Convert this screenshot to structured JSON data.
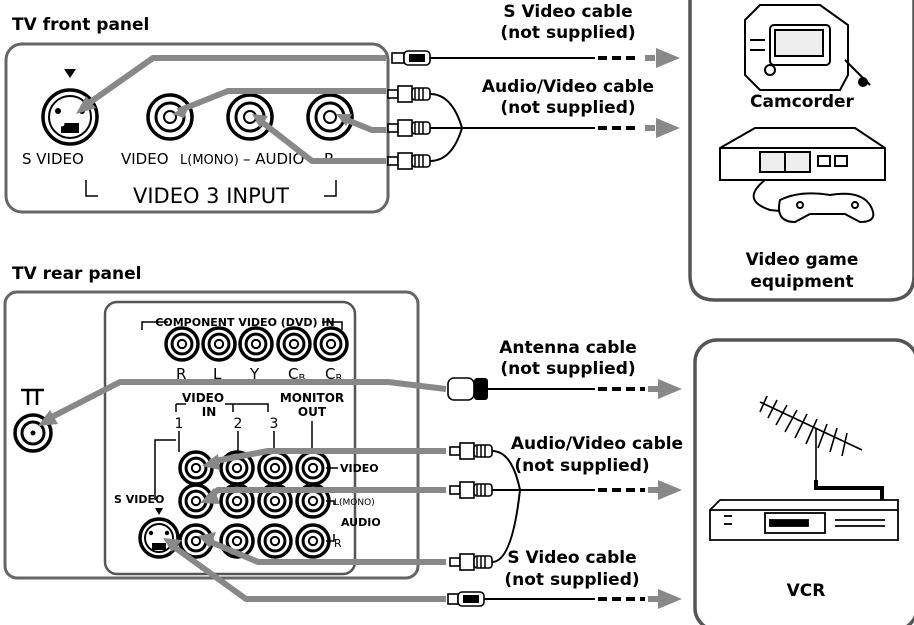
{
  "front_panel": {
    "title": "TV front panel",
    "jack_labels": {
      "s_video": "S VIDEO",
      "video": "VIDEO",
      "l_mono": "L(MONO)",
      "audio": "– AUDIO –",
      "r": "R"
    },
    "group_label": "VIDEO 3 INPUT"
  },
  "rear_panel": {
    "title": "TV rear panel",
    "component_label": "COMPONENT VIDEO (DVD) IN",
    "component_jacks": [
      "R",
      "L",
      "Y",
      "CB",
      "CR"
    ],
    "video_in_label": "VIDEO\nIN",
    "monitor_out_label": "MONITOR\nOUT",
    "input_numbers": [
      "1",
      "2",
      "3"
    ],
    "row_labels": {
      "video": "VIDEO",
      "l_mono": "L(MONO)",
      "audio": "AUDIO",
      "r": "R"
    },
    "s_video_label": "S VIDEO"
  },
  "cables": {
    "s_video_top": [
      "S Video cable",
      "(not supplied)"
    ],
    "av_top": [
      "Audio/Video cable",
      "(not supplied)"
    ],
    "antenna": [
      "Antenna cable",
      "(not supplied)"
    ],
    "av_bottom": [
      "Audio/Video cable",
      "(not supplied)"
    ],
    "s_video_bottom": [
      "S Video cable",
      "(not supplied)"
    ]
  },
  "devices": {
    "camcorder": "Camcorder",
    "game": [
      "Video game",
      "equipment"
    ],
    "vcr": "VCR"
  },
  "colors": {
    "arrow": "#888888",
    "panel_border": "#666666",
    "device_border": "#555555"
  }
}
